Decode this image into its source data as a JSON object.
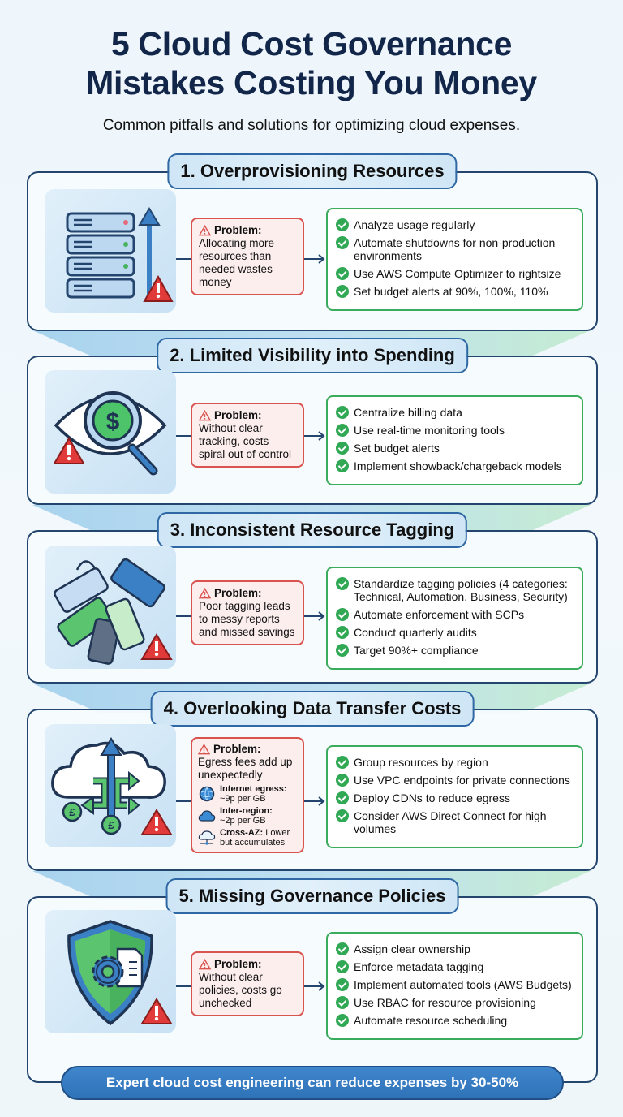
{
  "header": {
    "title_line1": "5 Cloud Cost Governance",
    "title_line2": "Mistakes Costing You Money",
    "subtitle": "Common pitfalls and solutions for optimizing cloud expenses."
  },
  "problem_label": "Problem:",
  "colors": {
    "title": "#12264a",
    "section_border": "#24466e",
    "problem_border": "#d9534f",
    "problem_bg": "#fdeeee",
    "solution_border": "#3bab5c",
    "check": "#30a854",
    "footer_bg": "#3f86cc"
  },
  "sections": [
    {
      "title": "1. Overprovisioning Resources",
      "icon": "server-rack-up-arrow-warning-icon",
      "problem": "Allocating more resources than needed wastes money",
      "solutions": [
        "Analyze usage regularly",
        "Automate shutdowns for non-production environments",
        "Use AWS Compute Optimizer to rightsize",
        "Set budget alerts at 90%, 100%, 110%"
      ]
    },
    {
      "title": "2. Limited Visibility into Spending",
      "icon": "eye-magnifier-dollar-warning-icon",
      "problem": "Without clear tracking, costs spiral out of control",
      "solutions": [
        "Centralize billing data",
        "Use real-time monitoring tools",
        "Set budget alerts",
        "Implement showback/chargeback models"
      ]
    },
    {
      "title": "3. Inconsistent Resource Tagging",
      "icon": "messy-tags-warning-icon",
      "problem": "Poor tagging leads to messy reports and missed savings",
      "solutions": [
        "Standardize tagging policies (4 categories: Technical, Automation, Business, Security)",
        "Automate enforcement with SCPs",
        "Conduct quarterly audits",
        "Target 90%+ compliance"
      ]
    },
    {
      "title": "4. Overlooking Data Transfer Costs",
      "icon": "cloud-transfer-pound-warning-icon",
      "problem": "Egress fees add up unexpectedly",
      "details": [
        {
          "icon": "globe-icon",
          "label": "Internet egress:",
          "value": "~9p per GB"
        },
        {
          "icon": "cloud-icon",
          "label": "Inter-region:",
          "value": "~2p per GB"
        },
        {
          "icon": "cloud-network-icon",
          "label": "Cross-AZ:",
          "value": "Lower but accumulates"
        }
      ],
      "solutions": [
        "Group resources by region",
        "Use VPC endpoints for private connections",
        "Deploy CDNs to reduce egress",
        "Consider AWS Direct Connect for high volumes"
      ]
    },
    {
      "title": "5. Missing Governance Policies",
      "icon": "shield-gear-document-warning-icon",
      "problem": "Without clear policies, costs go unchecked",
      "solutions": [
        "Assign clear ownership",
        "Enforce metadata tagging",
        "Implement automated tools (AWS Budgets)",
        "Use RBAC for resource provisioning",
        "Automate resource scheduling"
      ]
    }
  ],
  "footer": {
    "text": "Expert cloud cost engineering can reduce expenses by 30-50%"
  }
}
